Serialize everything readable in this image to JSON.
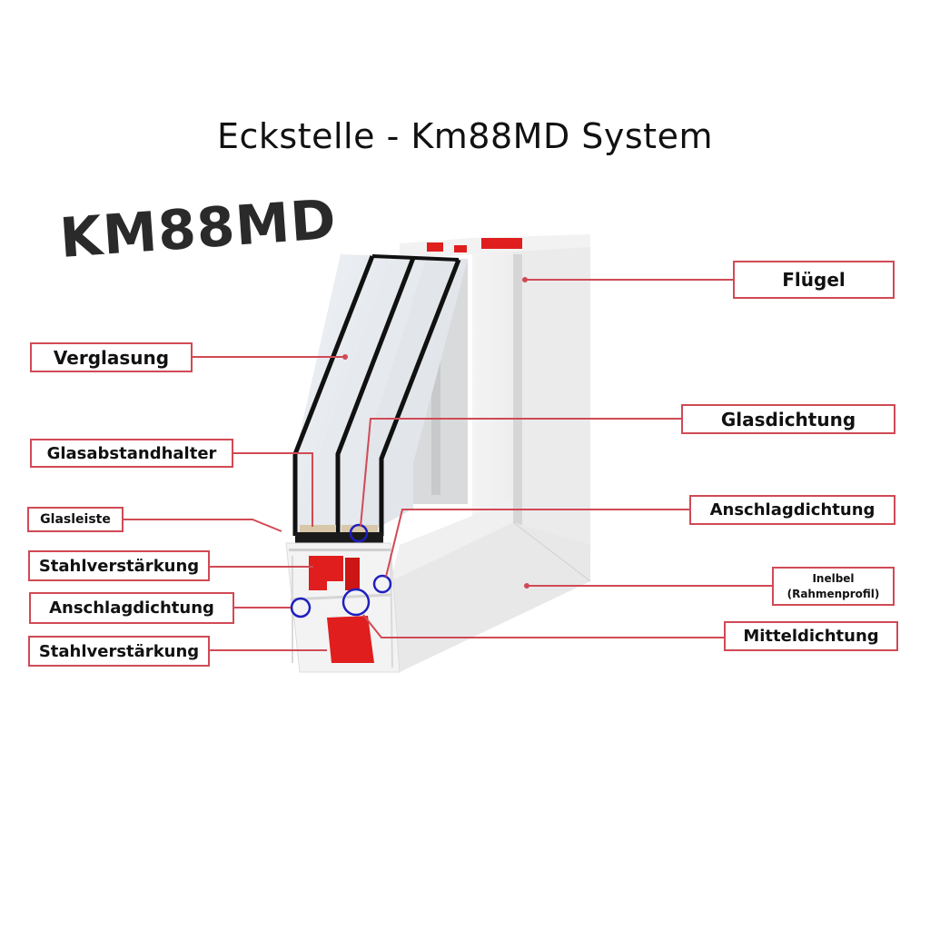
{
  "title": "Eckstelle - Km88MD System",
  "brand": "KM88MD",
  "colors": {
    "leader": "#d04a55",
    "steel": "#e01e1e",
    "seal_marker": "#1f1fbf",
    "glass_edge": "#111111",
    "profile": "#eeeeee"
  },
  "labels": {
    "fluegel": "Flügel",
    "verglasung": "Verglasung",
    "glasdichtung": "Glasdichtung",
    "glasabstandhalter": "Glasabstandhalter",
    "glasleiste": "Glasleiste",
    "anschlagdichtung_right": "Anschlagdichtung",
    "stahlverstaerkung_top": "Stahlverstärkung",
    "inelbel": "Inelbel",
    "rahmenprofil": "(Rahmenprofil)",
    "anschlagdichtung_left": "Anschlagdichtung",
    "mitteldichtung": "Mitteldichtung",
    "stahlverstaerkung_bottom": "Stahlverstärkung"
  }
}
